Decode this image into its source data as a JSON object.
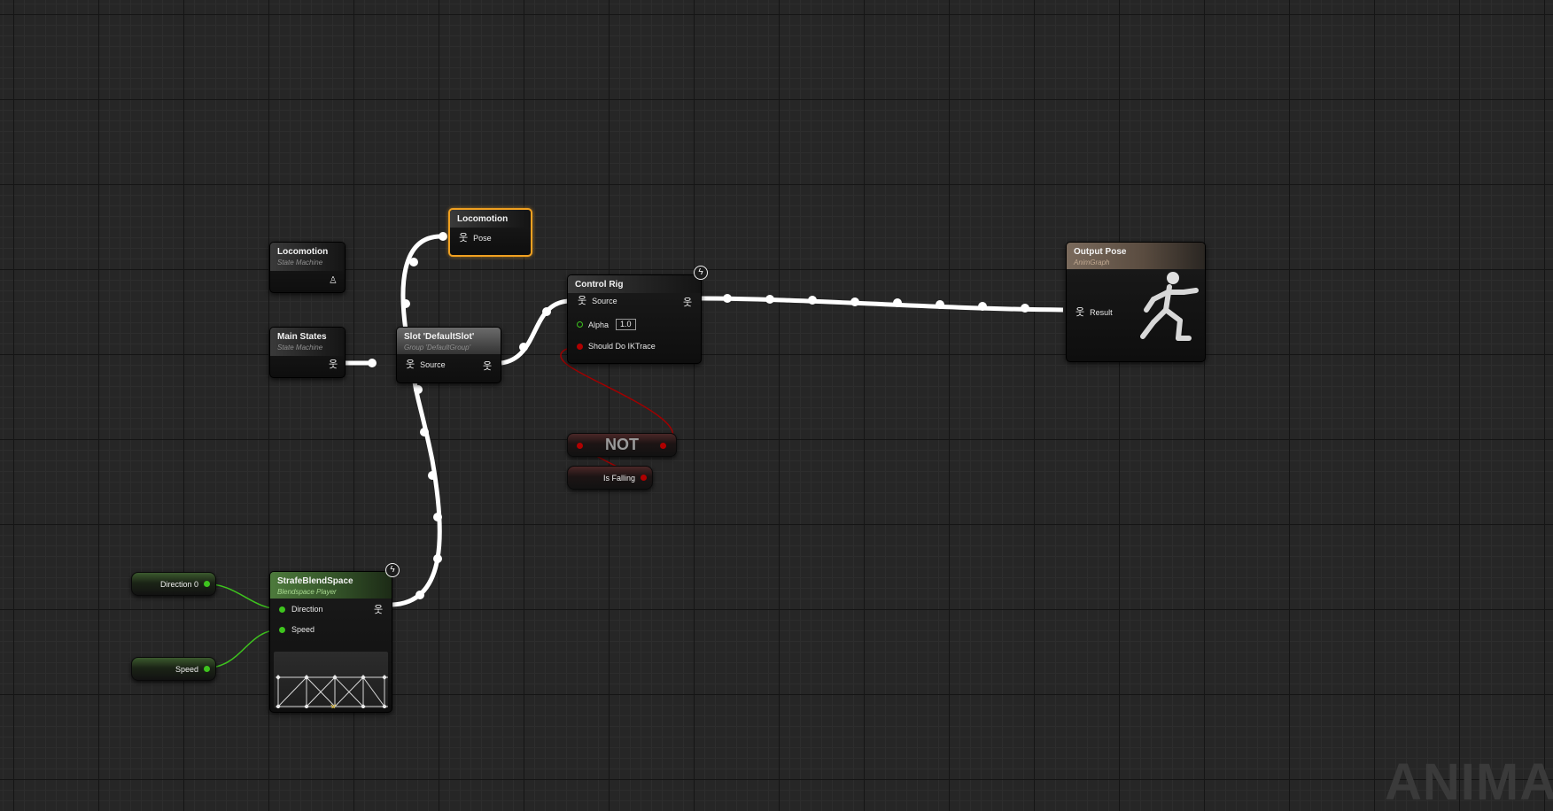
{
  "graph": {
    "watermark": "ANIMAT"
  },
  "nodes": {
    "locomotion_state_machine": {
      "title": "Locomotion",
      "subtitle": "State Machine"
    },
    "main_states": {
      "title": "Main States",
      "subtitle": "State Machine"
    },
    "locomotion_pose": {
      "title": "Locomotion",
      "pin_pose": "Pose"
    },
    "slot": {
      "title": "Slot 'DefaultSlot'",
      "subtitle": "Group 'DefaultGroup'",
      "pin_source": "Source"
    },
    "control_rig": {
      "title": "Control Rig",
      "pin_source": "Source",
      "pin_alpha": "Alpha",
      "alpha_value": "1.0",
      "pin_ik": "Should Do IKTrace"
    },
    "not_node": {
      "title": "NOT"
    },
    "is_falling": {
      "label": "Is Falling"
    },
    "output_pose": {
      "title": "Output Pose",
      "subtitle": "AnimGraph",
      "pin_result": "Result"
    },
    "strafe_blend": {
      "title": "StrafeBlendSpace",
      "subtitle": "Blendspace Player",
      "pin_direction": "Direction",
      "pin_speed": "Speed"
    },
    "direction_var": {
      "label": "Direction 0"
    },
    "speed_var": {
      "label": "Speed"
    }
  },
  "colors": {
    "exec_wire": "#ffffff",
    "bool_wire": "#a00000",
    "float_wire": "#3ec41e",
    "selected_outline": "#f0a020"
  },
  "icons": {
    "pose": "pose-icon",
    "event": "lightning-icon",
    "state_machine": "state-machine-icon"
  }
}
